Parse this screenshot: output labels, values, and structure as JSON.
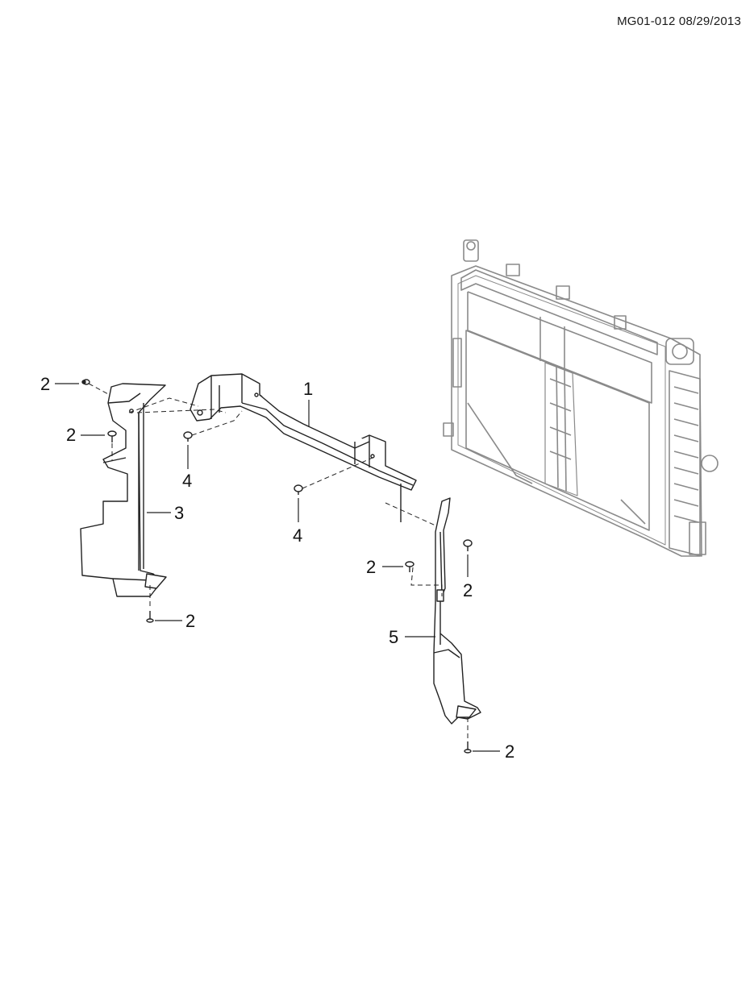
{
  "header": {
    "drawing_code": "MG01-012 08/29/2013"
  },
  "callouts": [
    {
      "id": "c1",
      "label": "1"
    },
    {
      "id": "c2a",
      "label": "2"
    },
    {
      "id": "c2b",
      "label": "2"
    },
    {
      "id": "c2c",
      "label": "2"
    },
    {
      "id": "c2d",
      "label": "2"
    },
    {
      "id": "c2e",
      "label": "2"
    },
    {
      "id": "c2f",
      "label": "2"
    },
    {
      "id": "c3",
      "label": "3"
    },
    {
      "id": "c4a",
      "label": "4"
    },
    {
      "id": "c4b",
      "label": "4"
    },
    {
      "id": "c5",
      "label": "5"
    }
  ],
  "colors": {
    "line": "#222222",
    "radiator": "#8a8a8a",
    "background": "#ffffff"
  }
}
